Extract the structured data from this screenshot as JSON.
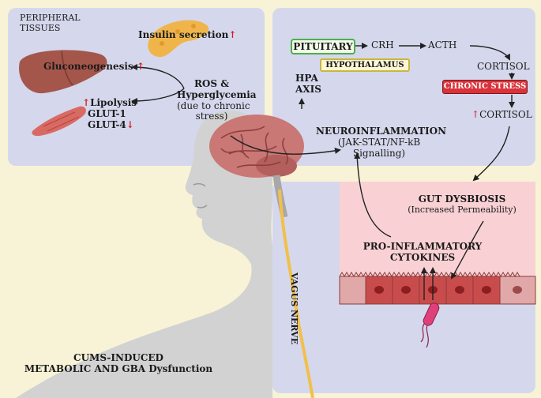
{
  "peripheral": {
    "title_line1": "PERIPHERAL",
    "title_line2": "TISSUES",
    "insulin": "Insulin secretion",
    "gluconeogenesis": "Gluconeogenesis",
    "lipolysis": "Lipolysis",
    "glut1": "GLUT-1",
    "glut4": "GLUT-4"
  },
  "ros": {
    "line1": "ROS &",
    "line2": "Hyperglycemia",
    "line3": "(due to chronic",
    "line4": "stress)"
  },
  "hpa": {
    "pituitary": "PITUITARY",
    "hypothalamus": "HYPOTHALAMUS",
    "crh": "CRH",
    "acth": "ACTH",
    "cortisol": "CORTISOL",
    "chronic_stress": "CHRONIC STRESS",
    "cortisol_up": "CORTISOL",
    "axis_line1": "HPA",
    "axis_line2": "AXIS"
  },
  "neuro": {
    "title": "NEUROINFLAMMATION",
    "line2": "(JAK-STAT/NF-kB",
    "line3": "Signalling)"
  },
  "gut": {
    "title": "GUT DYSBIOSIS",
    "subtitle": "(Increased Permeability)",
    "cyto1": "PRO-INFLAMMATORY",
    "cyto2": "CYTOKINES"
  },
  "vagus": "VAGUS NERVE",
  "footer": {
    "line1": "CUMS-INDUCED",
    "line2": "METABOLIC AND GBA Dysfunction"
  },
  "up_arrow": "↑",
  "down_arrow": "↓",
  "colors": {
    "panel": "#d5d8ec",
    "background": "#f8f3d6",
    "pink": "#f9d1d4",
    "pituitary_border": "#4caf50",
    "hypothalamus_border": "#c9b83a",
    "chronic_stress": "#d9323a",
    "red_arrow": "#d11a1a"
  }
}
